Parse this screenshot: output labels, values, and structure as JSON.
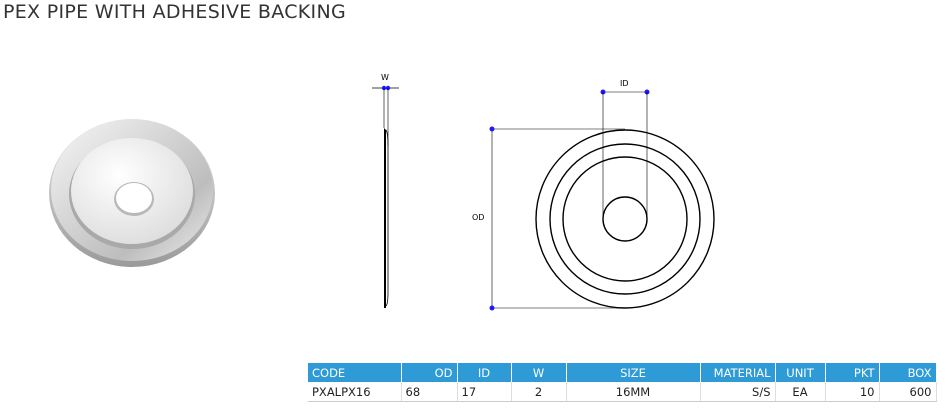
{
  "title": "PEX PIPE WITH ADHESIVE BACKING",
  "diagram": {
    "w_label": "W",
    "id_label": "ID",
    "od_label": "OD"
  },
  "table": {
    "headers": [
      "CODE",
      "OD",
      "ID",
      "W",
      "SIZE",
      "MATERIAL",
      "UNIT",
      "PKT",
      "BOX"
    ],
    "rows": [
      [
        "PXALPX16",
        "68",
        "17",
        "2",
        "16MM",
        "S/S",
        "EA",
        "10",
        "600"
      ]
    ]
  },
  "colors": {
    "header_bg": "#2e9ad6",
    "dimension_marker": "#1a1aff"
  }
}
